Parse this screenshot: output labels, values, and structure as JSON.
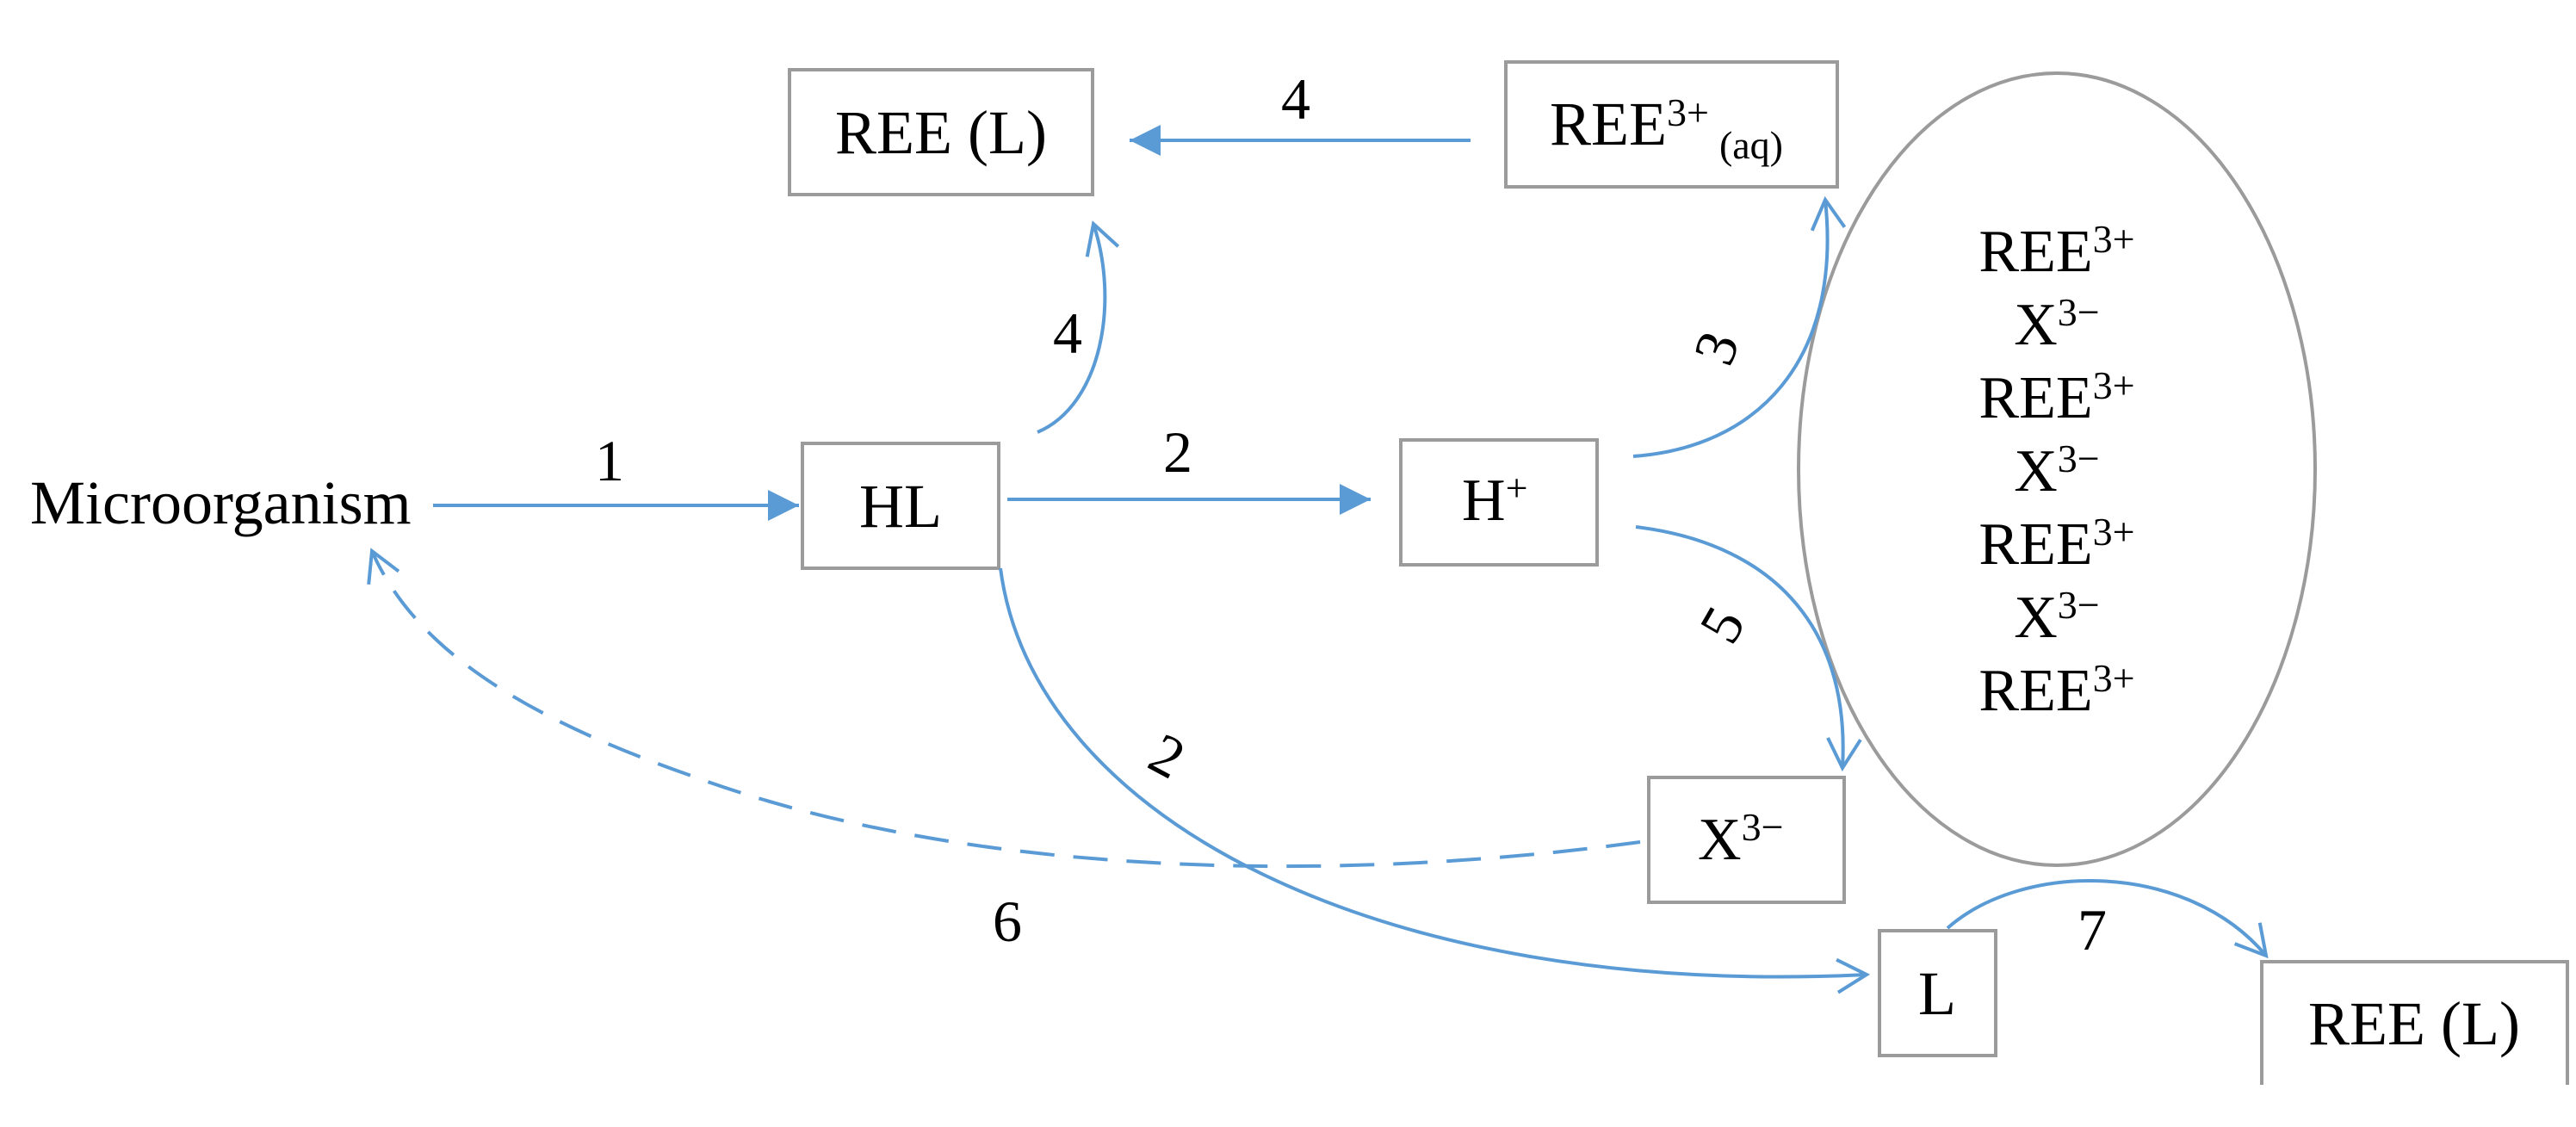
{
  "nodes": {
    "microorganism": "Microorganism",
    "hl": "HL",
    "h_plus": {
      "base": "H",
      "sup": "+"
    },
    "ree_l_top": "REE (L)",
    "ree_aq": {
      "base": "REE",
      "sup": "3+",
      "sub": "(aq)"
    },
    "x3_minus": {
      "base": "X",
      "sup": "3−"
    },
    "l": "L",
    "ree_l_bottom": "REE (L)"
  },
  "mineral_lattice": [
    {
      "base": "REE",
      "sup": "3+"
    },
    {
      "base": "X",
      "sup": "3−"
    },
    {
      "base": "REE",
      "sup": "3+"
    },
    {
      "base": "X",
      "sup": "3−"
    },
    {
      "base": "REE",
      "sup": "3+"
    },
    {
      "base": "X",
      "sup": "3−"
    },
    {
      "base": "REE",
      "sup": "3+"
    }
  ],
  "step_labels": {
    "s1": "1",
    "s2_top": "2",
    "s2_curve": "2",
    "s3": "3",
    "s4_top": "4",
    "s4_curve": "4",
    "s5": "5",
    "s6": "6",
    "s7": "7"
  },
  "colors": {
    "arrow": "#5b9bd5",
    "box_border": "#9b9b9b",
    "text": "#000000"
  }
}
